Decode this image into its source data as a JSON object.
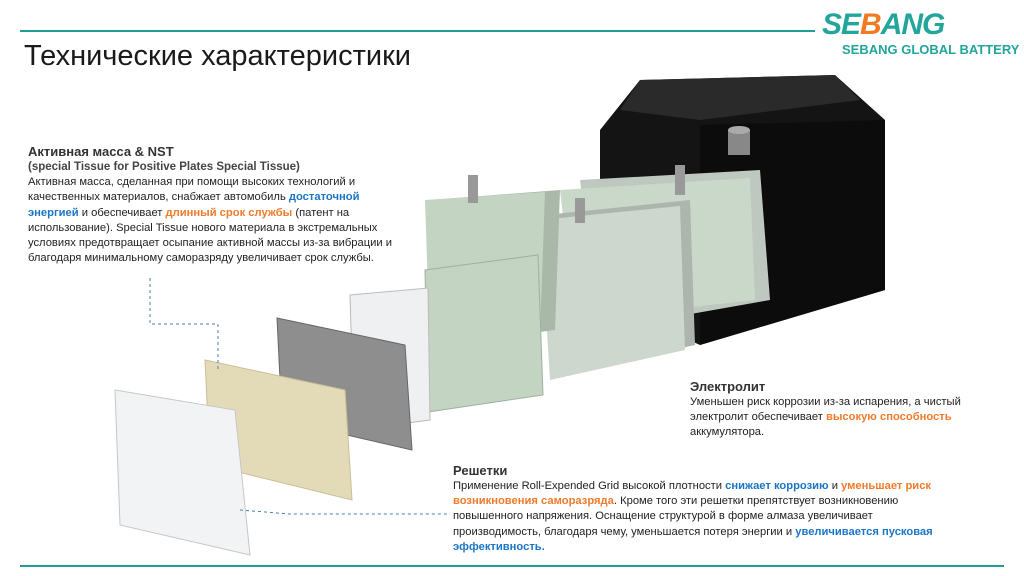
{
  "title": "Технические характеристики",
  "logo": {
    "brand_a": "SE",
    "brand_b": "B",
    "brand_c": "ANG",
    "tagline": "SEBANG GLOBAL BATTERY"
  },
  "active_mass": {
    "heading": "Активная масса & NST",
    "subheading": "(special Tissue for Positive Plates Special Tissue)",
    "t1": "Активная масса, сделанная при помощи высоких технологий и качественных материалов, снабжает автомобиль ",
    "h1": "достаточной энергией",
    "t2": " и обеспечивает ",
    "h2": "длинный срок службы",
    "t3": " (патент на использование). Special Tissue нового материала в экстремальных условиях предотвращает осыпание активной массы из-за вибрации и благодаря минимальному саморазряду увеличивает срок службы."
  },
  "electrolyte": {
    "heading": "Электролит",
    "t1": "Уменьшен риск коррозии из-за испарения, а чистый электролит обеспечивает ",
    "h1": "высокую способность",
    "t2": " аккумулятора."
  },
  "grids": {
    "heading": "Решетки",
    "t1": "Применение Roll-Expended Grid высокой плотности ",
    "h1": "снижает коррозию",
    "t2": " и ",
    "h2": "уменьшает риск возникновения саморазряда",
    "t3": ". Кроме того эти решетки препятствует возникновению повышенного напряжения. Оснащение структурой в форме алмаза увеличивает производимость, благодаря чему, уменьшается потеря энергии и ",
    "h3": "увеличивается пусковая эффективность."
  },
  "colors": {
    "accent": "#1f9e9a",
    "blue": "#1b75c6",
    "orange": "#ef7b2b"
  }
}
